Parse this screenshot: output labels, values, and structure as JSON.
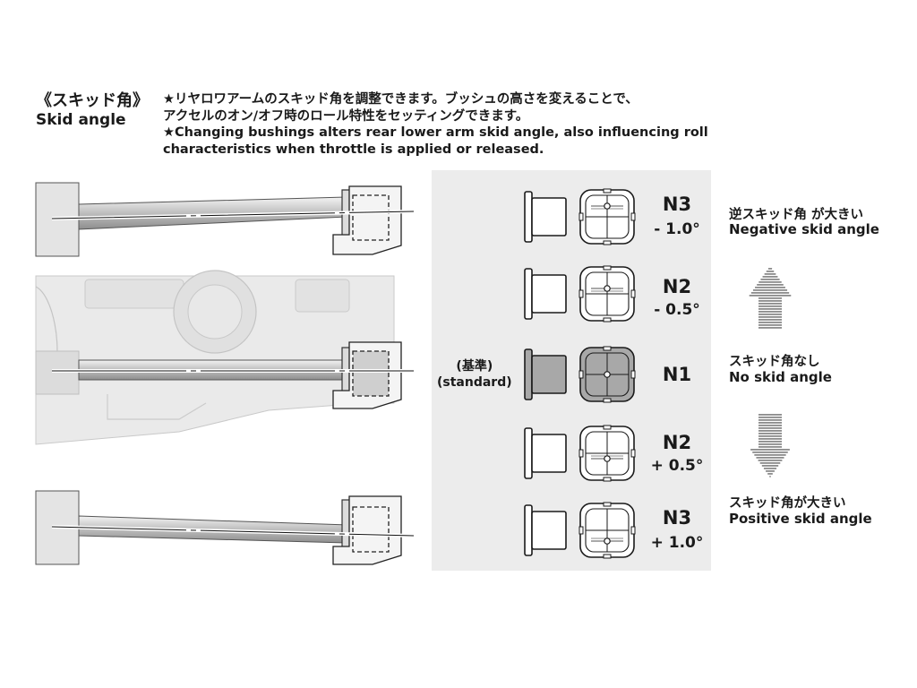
{
  "header": {
    "title_jp": "《スキッド角》",
    "title_en": "Skid angle",
    "desc_lines": [
      "★リヤロワアームのスキッド角を調整できます。ブッシュの高さを変えることで、",
      "アクセルのオン/オフ時のロール特性をセッティングできます。",
      "★Changing bushings alters rear lower arm skid angle, also influencing roll",
      "characteristics when throttle is applied or released."
    ]
  },
  "standard_label": {
    "jp": "(基準)",
    "en": "(standard)"
  },
  "bushings": [
    {
      "code": "N3",
      "value": "- 1.0°",
      "hole_offset": -1.0,
      "highlighted": false
    },
    {
      "code": "N2",
      "value": "- 0.5°",
      "hole_offset": -0.5,
      "highlighted": false
    },
    {
      "code": "N1",
      "value": "",
      "hole_offset": 0,
      "highlighted": true
    },
    {
      "code": "N2",
      "value": "+ 0.5°",
      "hole_offset": 0.5,
      "highlighted": false
    },
    {
      "code": "N3",
      "value": "+ 1.0°",
      "hole_offset": 1.0,
      "highlighted": false
    }
  ],
  "side_labels": {
    "negative": {
      "jp": "逆スキッド角 が大きい",
      "en": "Negative skid angle"
    },
    "none": {
      "jp": "スキッド角なし",
      "en": "No skid angle"
    },
    "positive": {
      "jp": "スキッド角が大きい",
      "en": "Positive skid angle"
    }
  },
  "colors": {
    "panel": "#ececec",
    "highlight_fill": "#a8a8a8",
    "outline": "#1a1a1a",
    "arrow": "#8c8c8c"
  }
}
